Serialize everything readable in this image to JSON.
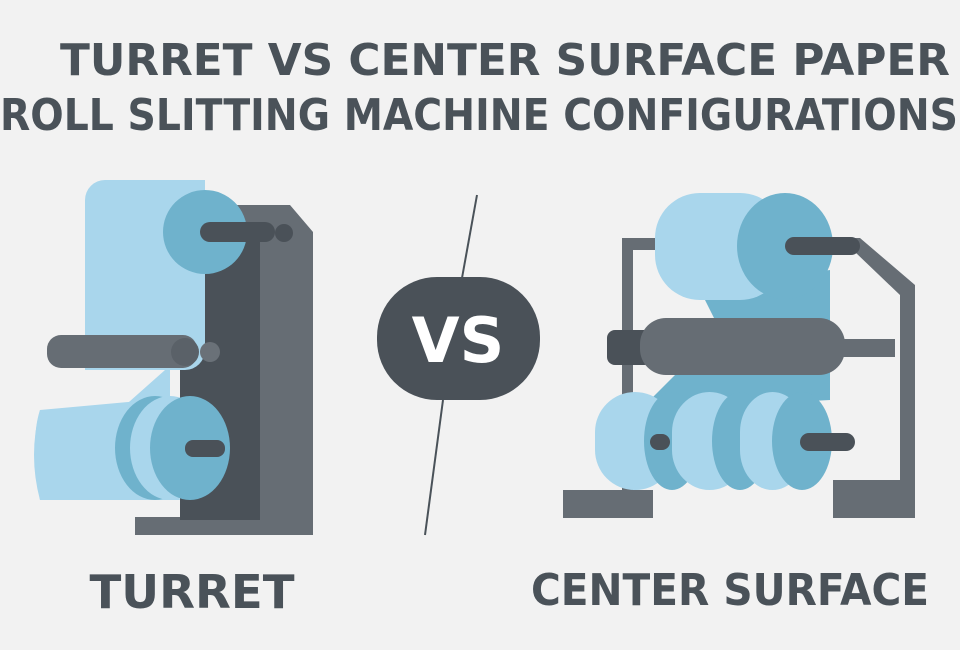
{
  "title": {
    "line1": "TURRET  VS   CENTER SURFACE PAPER",
    "line2": "ROLL SLITTING MACHINE CONFIGURATIONS"
  },
  "badge": {
    "label": "VS"
  },
  "left": {
    "label": "TURRET"
  },
  "right": {
    "label": "CENTER SURFACE"
  },
  "colors": {
    "background": "#f2f2f2",
    "text": "#4a5259",
    "paper_light": "#a9d6ec",
    "paper_dark": "#6fb2cc",
    "frame_dark": "#4a5158",
    "frame": "#666d74"
  }
}
